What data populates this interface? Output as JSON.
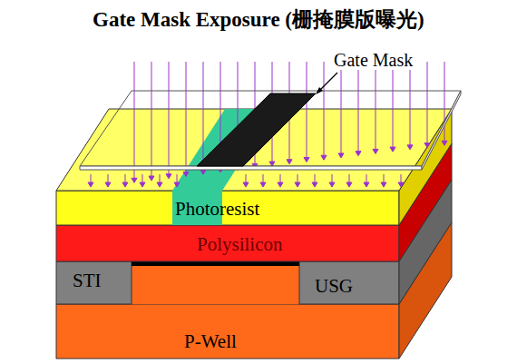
{
  "diagram": {
    "title": "Gate Mask Exposure (栅掩膜版曝光)",
    "labels": [
      "Gate Mask",
      "Photoresist",
      "Polysilicon",
      "STI",
      "USG",
      "P-Well"
    ]
  }
}
